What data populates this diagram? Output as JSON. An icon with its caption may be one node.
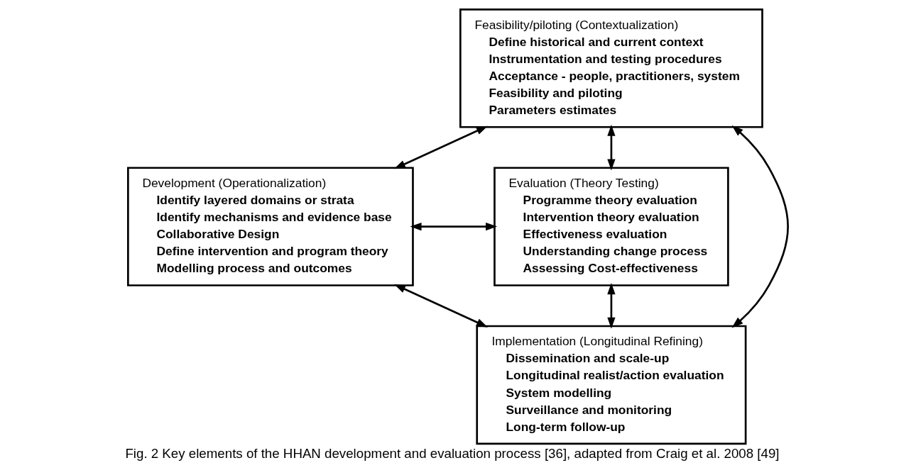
{
  "diagram": {
    "caption": "Fig. 2 Key elements of the HHAN development and evaluation process [36], adapted from Craig et al. 2008 [49]",
    "nodes": [
      {
        "text": [
          "Feasibility/piloting (Contextualization)",
          "Define historical and current context",
          "Instrumentation and testing procedures",
          "Acceptance - people, practitioners, system",
          "Feasibility and piloting",
          "Parameters estimates"
        ]
      },
      {
        "text": [
          "Development (Operationalization)",
          "Identify layered domains or strata",
          "Identify mechanisms and evidence base",
          "Collaborative Design",
          "Define intervention and program theory",
          "Modelling process and outcomes"
        ]
      },
      {
        "text": [
          "Evaluation (Theory Testing)",
          "Programme theory evaluation",
          "Intervention theory evaluation",
          "Effectiveness evaluation",
          "Understanding change process",
          "Assessing Cost-effectiveness"
        ]
      },
      {
        "text": [
          "Implementation (Longitudinal Refining)",
          "Dissemination and scale-up",
          "Longitudinal realist/action evaluation",
          "System modelling",
          "Surveillance and monitoring",
          "Long-term follow-up"
        ]
      }
    ],
    "edges": [
      {
        "from": 0,
        "to": 1,
        "arrow": "both"
      },
      {
        "from": 0,
        "to": 2,
        "arrow": "both"
      },
      {
        "from": 1,
        "to": 2,
        "arrow": "both"
      },
      {
        "from": 0,
        "to": 3,
        "arrow": "both"
      },
      {
        "from": 1,
        "to": 3,
        "arrow": "both"
      },
      {
        "from": 3,
        "to": 2,
        "arrow": "both"
      }
    ]
  }
}
